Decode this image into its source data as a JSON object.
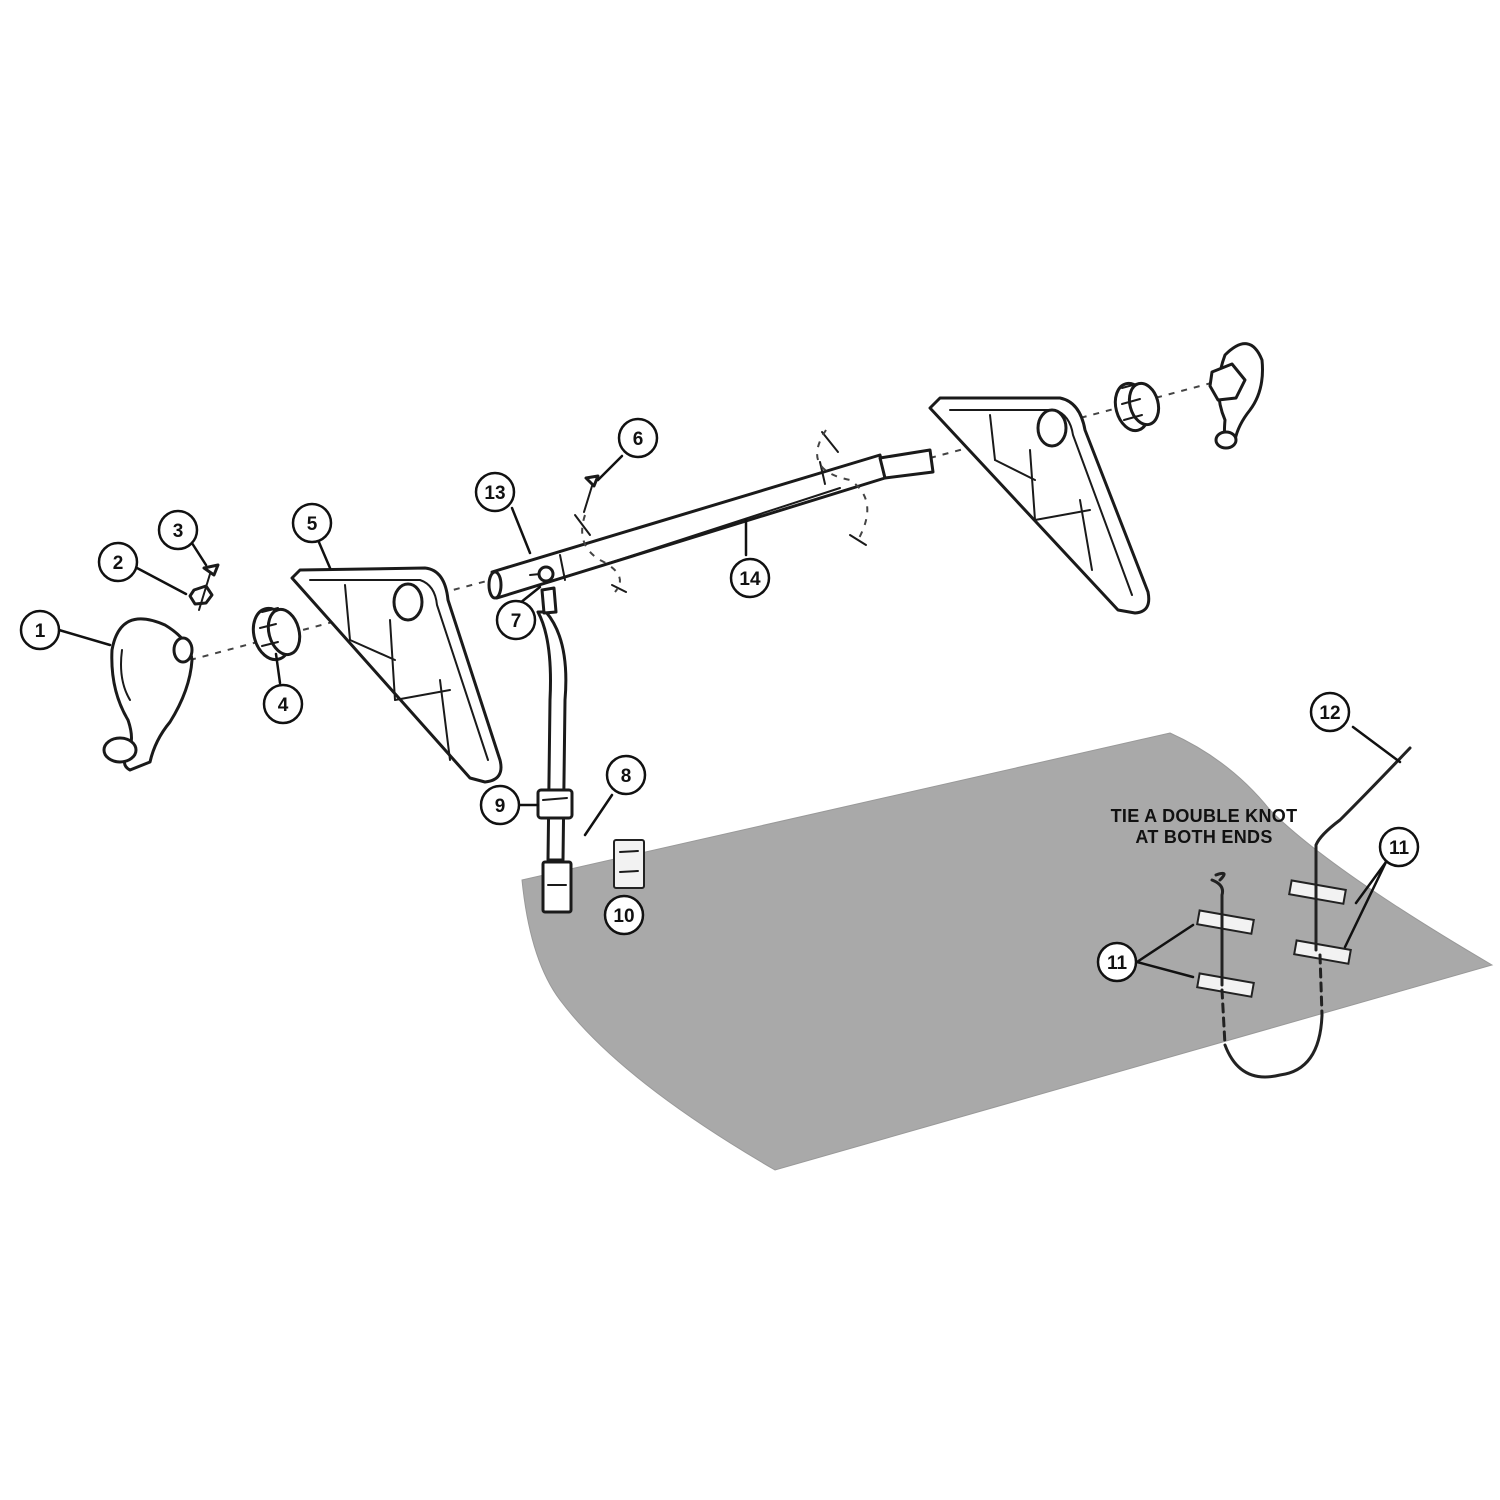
{
  "callouts": [
    {
      "label": "1",
      "part": "end-cap"
    },
    {
      "label": "2",
      "part": "nut"
    },
    {
      "label": "3",
      "part": "screw"
    },
    {
      "label": "4",
      "part": "bushing"
    },
    {
      "label": "5",
      "part": "a-frame-stand"
    },
    {
      "label": "6",
      "part": "tube-screw"
    },
    {
      "label": "7",
      "part": "strap-anchor"
    },
    {
      "label": "8",
      "part": "strap-pointer"
    },
    {
      "label": "9",
      "part": "buckle"
    },
    {
      "label": "10",
      "part": "cover-strap-tab"
    },
    {
      "label": "11",
      "part": "tie-down-tabs"
    },
    {
      "label": "12",
      "part": "rope"
    },
    {
      "label": "13",
      "part": "reel-tube-end"
    },
    {
      "label": "14",
      "part": "reel-tube"
    }
  ],
  "note": {
    "line1": "TIE A DOUBLE KNOT",
    "line2": "AT BOTH ENDS"
  },
  "colors": {
    "cover": "#a9a9a9",
    "line": "#1a1a1a"
  }
}
